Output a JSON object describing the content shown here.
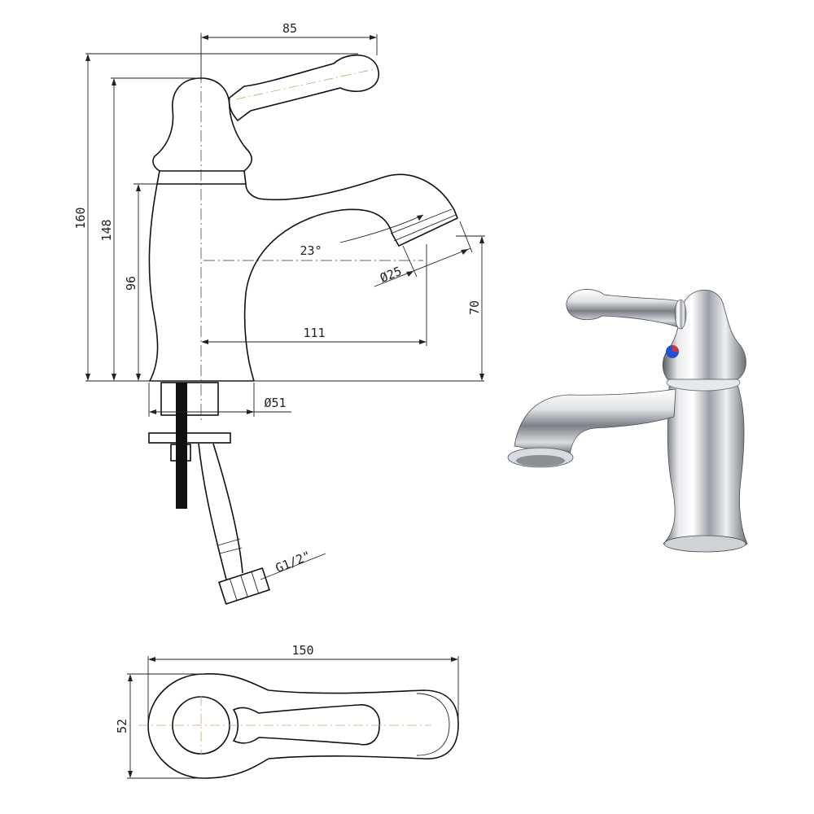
{
  "side_view": {
    "dimensions": {
      "width_top": "85",
      "height_total": "160",
      "height_spout_body": "148",
      "height_body": "96",
      "angle": "23°",
      "aerator_dia": "Ø25",
      "reach": "111",
      "outlet_height": "70",
      "base_dia": "Ø51",
      "connection": "G1/2\""
    }
  },
  "top_view": {
    "dimensions": {
      "length": "150",
      "width": "52"
    }
  },
  "colors": {
    "line": "#111111",
    "centerline_top": "#c8a46a",
    "hot_indicator": "#d0342c",
    "cold_indicator": "#1f4fd6",
    "chrome_light": "#f4f5f7",
    "chrome_dark": "#4a4d52"
  }
}
